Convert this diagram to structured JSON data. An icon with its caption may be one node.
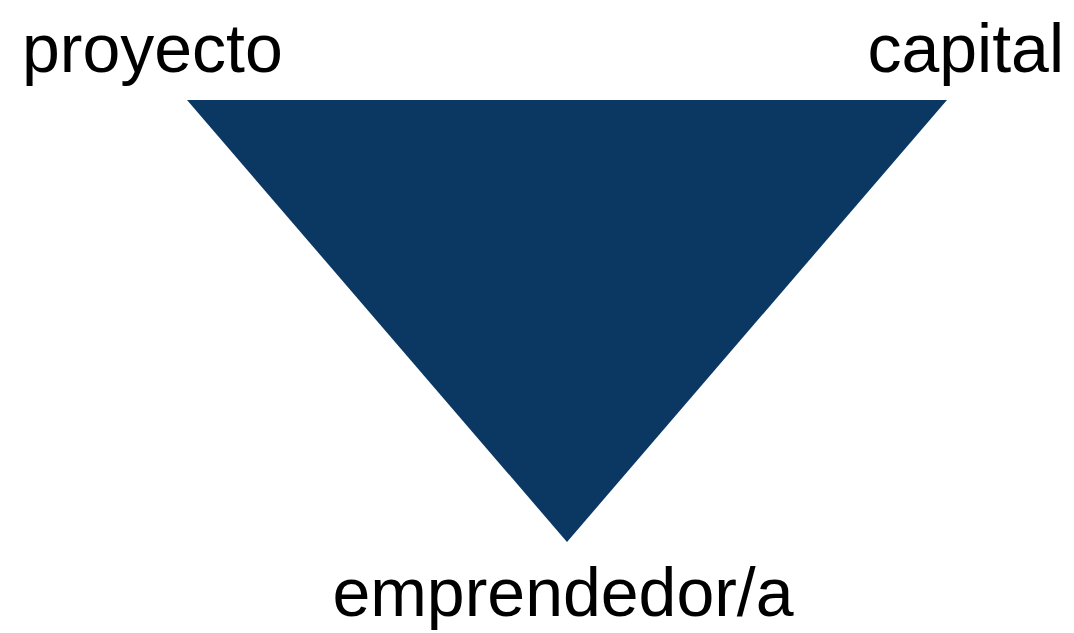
{
  "diagram": {
    "nodes": [
      {
        "text": [],
        "shape": "triangle"
      }
    ],
    "labels": [
      "proyecto",
      "capital",
      "emprendedor/a"
    ]
  }
}
